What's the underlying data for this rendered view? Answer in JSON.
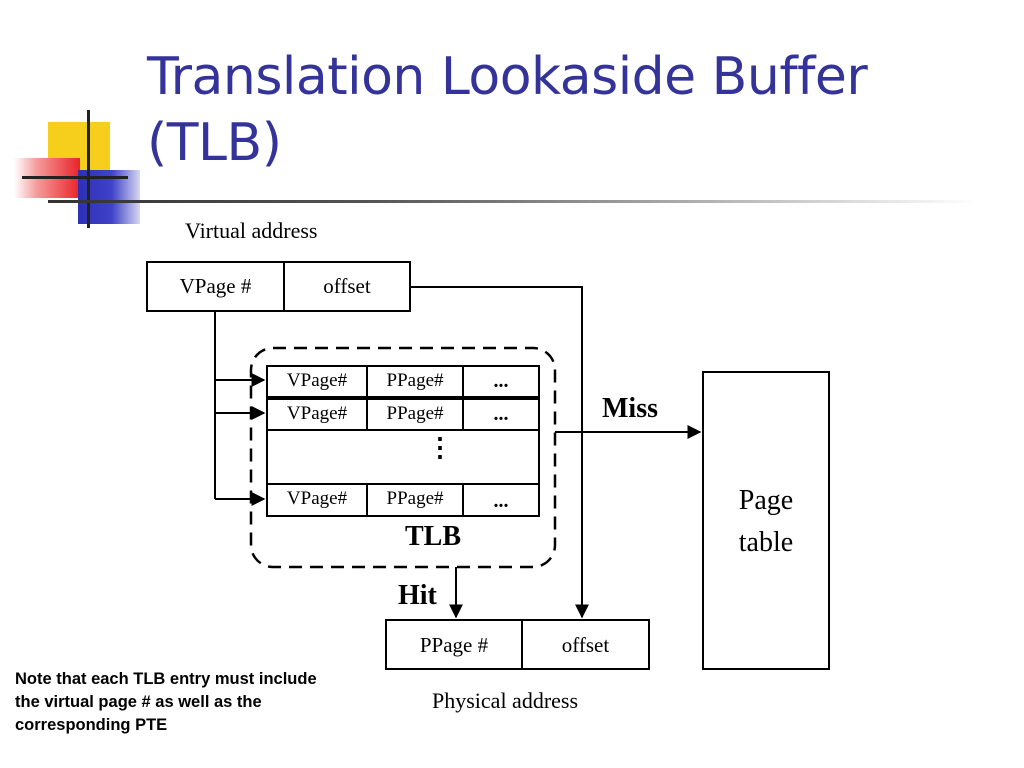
{
  "title": "Translation Lookaside Buffer (TLB)",
  "virtual_address": {
    "caption": "Virtual address",
    "vpage_label": "VPage #",
    "offset_label": "offset"
  },
  "tlb": {
    "label": "TLB",
    "entries": [
      {
        "vpage": "VPage#",
        "ppage": "PPage#",
        "more": "..."
      },
      {
        "vpage": "VPage#",
        "ppage": "PPage#",
        "more": "..."
      },
      {
        "vpage": "VPage#",
        "ppage": "PPage#",
        "more": "..."
      }
    ],
    "ellipsis": "⋮"
  },
  "miss_label": "Miss",
  "hit_label": "Hit",
  "page_table": {
    "line1": "Page",
    "line2": "table"
  },
  "physical_address": {
    "caption": "Physical address",
    "ppage_label": "PPage #",
    "offset_label": "offset"
  },
  "note": "Note that each TLB entry must include the virtual page # as well as the corresponding PTE",
  "colors": {
    "title": "#333399",
    "deco_yellow": "#f6cf1c",
    "deco_red": "#e8232a",
    "deco_blue": "#2d2fb6"
  }
}
